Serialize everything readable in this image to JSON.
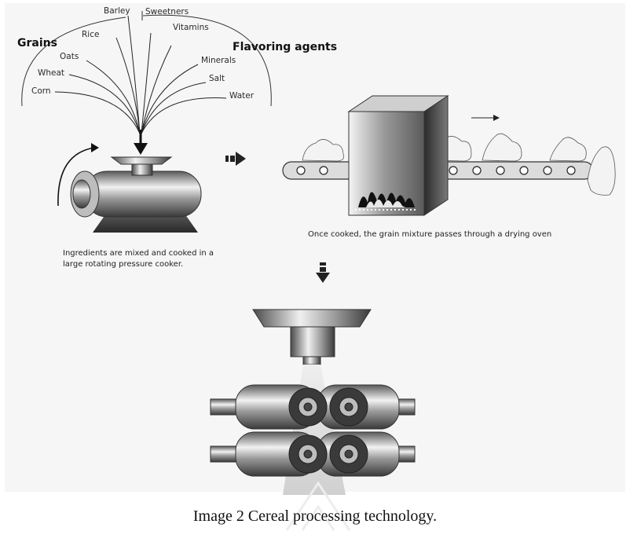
{
  "groups": {
    "grains": "Grains",
    "flavoring": "Flavoring agents"
  },
  "grains": [
    "Barley",
    "Rice",
    "Oats",
    "Wheat",
    "Corn"
  ],
  "flavorings": [
    "Sweetners",
    "Vitamins",
    "Minerals",
    "Salt",
    "Water"
  ],
  "captions": {
    "cooker_line1": "Ingredients are mixed and cooked in a",
    "cooker_line2": "large rotating pressure cooker.",
    "oven": "Once cooked, the grain mixture passes through a drying oven"
  },
  "figure_caption": "Image 2   Cereal processing technology.",
  "colors": {
    "background_panel": "#f6f6f6",
    "metal_dark": "#3a3a3a",
    "metal_light": "#e6e6e6",
    "flame": "#111111"
  }
}
